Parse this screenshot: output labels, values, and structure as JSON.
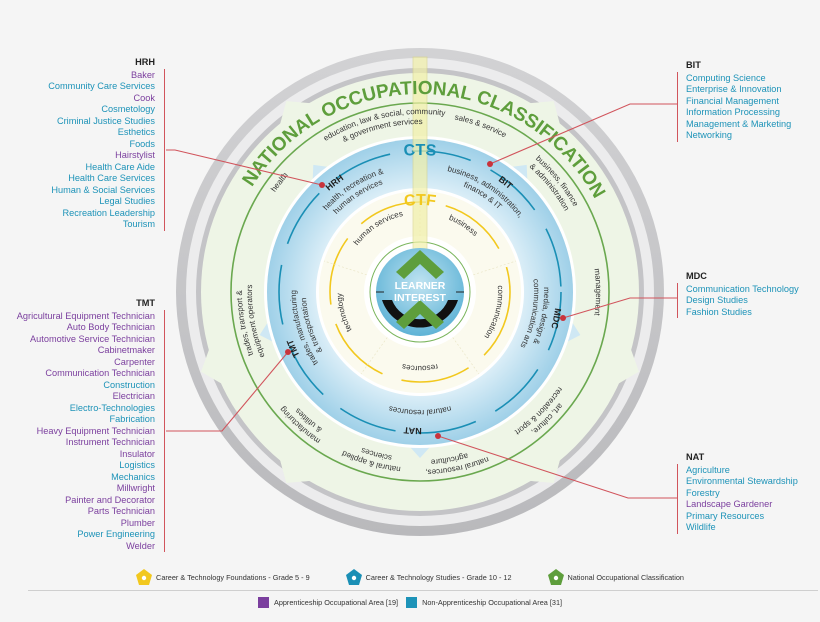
{
  "colors": {
    "apprenticeship": "#7b3f9e",
    "non_apprenticeship": "#1d93b8",
    "noc_green": "#5e9e3c",
    "cts_blue": "#1a8fb5",
    "ctf_yellow": "#f2c81e",
    "callout_red": "#d1545c"
  },
  "diagram": {
    "noc_title": "NATIONAL OCCUPATIONAL CLASSIFICATION",
    "noc_sectors": {
      "education_1": "education, law & social, community",
      "education_2": "& government services",
      "sales": "sales & service",
      "health": "health",
      "business_1": "business, finance",
      "business_2": "& administration",
      "management": "management",
      "art_1": "art, culture,",
      "art_2": "recreation & sport",
      "natres_1": "natural resources,",
      "natres_2": "agriculture",
      "sciences_1": "natural & applied",
      "sciences_2": "sciences",
      "manufacturing_1": "manufacturing",
      "manufacturing_2": "& utilities",
      "trades_1": "trades, transport &",
      "trades_2": "equipment operators"
    },
    "cts_title": "CTS",
    "cts_clusters": {
      "hrh_code": "HRH",
      "hrh_1": "health, recreation &",
      "hrh_2": "human services",
      "bit_code": "BIT",
      "bit_1": "business, administration,",
      "bit_2": "finance & IT",
      "mdc_code": "MDC",
      "mdc_1": "media, design &",
      "mdc_2": "communication arts",
      "nat_code": "NAT",
      "nat_1": "natural resources",
      "tmt_code": "TMT",
      "tmt_1": "trades, manufacturing",
      "tmt_2": "& transportation"
    },
    "ctf_title": "CTF",
    "ctf_areas": {
      "human": "human services",
      "business": "business",
      "communication": "communication",
      "resources": "resources",
      "technology": "technology"
    },
    "center_1": "LEARNER",
    "center_2": "INTEREST"
  },
  "lists": {
    "HRH": {
      "title": "HRH",
      "items": [
        {
          "label": "Baker",
          "type": "apprenticeship"
        },
        {
          "label": "Community Care Services",
          "type": "non_apprenticeship"
        },
        {
          "label": "Cook",
          "type": "apprenticeship"
        },
        {
          "label": "Cosmetology",
          "type": "non_apprenticeship"
        },
        {
          "label": "Criminal Justice Studies",
          "type": "non_apprenticeship"
        },
        {
          "label": "Esthetics",
          "type": "non_apprenticeship"
        },
        {
          "label": "Foods",
          "type": "non_apprenticeship"
        },
        {
          "label": "Hairstylist",
          "type": "apprenticeship"
        },
        {
          "label": "Health Care Aide",
          "type": "non_apprenticeship"
        },
        {
          "label": "Health Care Services",
          "type": "non_apprenticeship"
        },
        {
          "label": "Human & Social Services",
          "type": "non_apprenticeship"
        },
        {
          "label": "Legal Studies",
          "type": "non_apprenticeship"
        },
        {
          "label": "Recreation Leadership",
          "type": "non_apprenticeship"
        },
        {
          "label": "Tourism",
          "type": "non_apprenticeship"
        }
      ]
    },
    "TMT": {
      "title": "TMT",
      "items": [
        {
          "label": "Agricultural Equipment Technician",
          "type": "apprenticeship"
        },
        {
          "label": "Auto Body Technician",
          "type": "apprenticeship"
        },
        {
          "label": "Automotive Service Technician",
          "type": "apprenticeship"
        },
        {
          "label": "Cabinetmaker",
          "type": "apprenticeship"
        },
        {
          "label": "Carpenter",
          "type": "apprenticeship"
        },
        {
          "label": "Communication Technician",
          "type": "apprenticeship"
        },
        {
          "label": "Construction",
          "type": "non_apprenticeship"
        },
        {
          "label": "Electrician",
          "type": "apprenticeship"
        },
        {
          "label": "Electro-Technologies",
          "type": "non_apprenticeship"
        },
        {
          "label": "Fabrication",
          "type": "non_apprenticeship"
        },
        {
          "label": "Heavy Equipment Technician",
          "type": "apprenticeship"
        },
        {
          "label": "Instrument Technician",
          "type": "apprenticeship"
        },
        {
          "label": "Insulator",
          "type": "apprenticeship"
        },
        {
          "label": "Logistics",
          "type": "non_apprenticeship"
        },
        {
          "label": "Mechanics",
          "type": "non_apprenticeship"
        },
        {
          "label": "Millwright",
          "type": "apprenticeship"
        },
        {
          "label": "Painter and Decorator",
          "type": "apprenticeship"
        },
        {
          "label": "Parts Technician",
          "type": "apprenticeship"
        },
        {
          "label": "Plumber",
          "type": "apprenticeship"
        },
        {
          "label": "Power Engineering",
          "type": "non_apprenticeship"
        },
        {
          "label": "Welder",
          "type": "apprenticeship"
        }
      ]
    },
    "BIT": {
      "title": "BIT",
      "items": [
        {
          "label": "Computing Science",
          "type": "non_apprenticeship"
        },
        {
          "label": "Enterprise & Innovation",
          "type": "non_apprenticeship"
        },
        {
          "label": "Financial Management",
          "type": "non_apprenticeship"
        },
        {
          "label": "Information Processing",
          "type": "non_apprenticeship"
        },
        {
          "label": "Management & Marketing",
          "type": "non_apprenticeship"
        },
        {
          "label": "Networking",
          "type": "non_apprenticeship"
        }
      ]
    },
    "MDC": {
      "title": "MDC",
      "items": [
        {
          "label": "Communication Technology",
          "type": "non_apprenticeship"
        },
        {
          "label": "Design Studies",
          "type": "non_apprenticeship"
        },
        {
          "label": "Fashion Studies",
          "type": "non_apprenticeship"
        }
      ]
    },
    "NAT": {
      "title": "NAT",
      "items": [
        {
          "label": "Agriculture",
          "type": "non_apprenticeship"
        },
        {
          "label": "Environmental Stewardship",
          "type": "non_apprenticeship"
        },
        {
          "label": "Forestry",
          "type": "non_apprenticeship"
        },
        {
          "label": "Landscape Gardener",
          "type": "apprenticeship"
        },
        {
          "label": "Primary Resources",
          "type": "non_apprenticeship"
        },
        {
          "label": "Wildlife",
          "type": "non_apprenticeship"
        }
      ]
    }
  },
  "legend": {
    "ctf": {
      "label": "Career & Technology Foundations - Grade 5 - 9",
      "icon": "yellow-pentagon-icon"
    },
    "cts": {
      "label": "Career & Technology Studies - Grade 10 - 12",
      "icon": "blue-pentagon-icon"
    },
    "noc": {
      "label": "National Occupational Classification",
      "icon": "green-pentagon-icon"
    },
    "apprenticeship": "Apprenticeship Occupational Area [19]",
    "non_apprenticeship": "Non-Apprenticeship Occupational Area [31]"
  }
}
